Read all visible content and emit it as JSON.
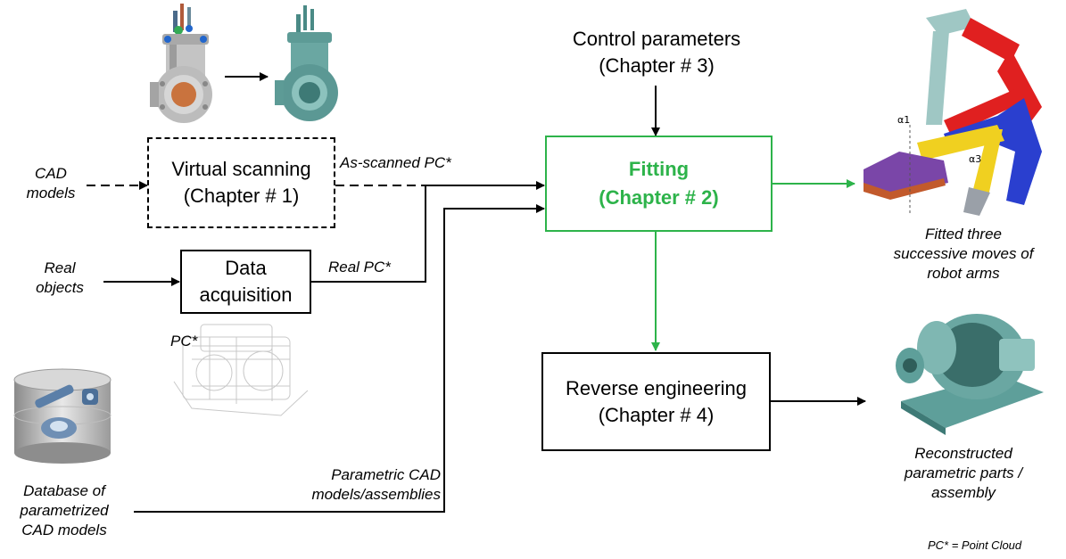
{
  "colors": {
    "accent": "#2db34a",
    "line": "#000000"
  },
  "nodes": {
    "virtual_scanning": {
      "line1": "Virtual scanning",
      "line2": "(Chapter # 1)"
    },
    "data_acquisition": {
      "line1": "Data",
      "line2": "acquisition"
    },
    "fitting": {
      "line1": "Fitting",
      "line2": "(Chapter # 2)"
    },
    "reverse_engineering": {
      "line1": "Reverse engineering",
      "line2": "(Chapter # 4)"
    },
    "control_parameters": {
      "line1": "Control parameters",
      "line2": "(Chapter # 3)"
    }
  },
  "inputs": {
    "cad_models": {
      "line1": "CAD",
      "line2": "models"
    },
    "real_objects": {
      "line1": "Real",
      "line2": "objects"
    },
    "database": {
      "line1": "Database of",
      "line2": "parametrized",
      "line3": "CAD models"
    }
  },
  "edge_labels": {
    "as_scanned": "As-scanned PC*",
    "real_pc": "Real PC*",
    "parametric_line1": "Parametric CAD",
    "parametric_line2": "models/assemblies",
    "pc_star": "PC*"
  },
  "outputs": {
    "fitted": {
      "line1": "Fitted three",
      "line2": "successive moves of",
      "line3": "robot arms"
    },
    "reconstructed": {
      "line1": "Reconstructed",
      "line2": "parametric parts /",
      "line3": "assembly"
    }
  },
  "footnote": "PC* = Point Cloud",
  "icons": [
    "valve-cad-icon",
    "valve-scanned-icon",
    "engine-pointcloud-icon",
    "robot-arm-icon",
    "reconstructed-part-icon",
    "database-icon"
  ]
}
